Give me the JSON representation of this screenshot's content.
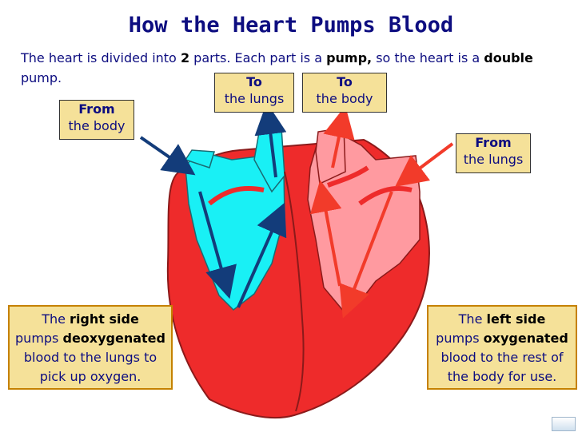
{
  "title": "How the Heart Pumps Blood",
  "intro": {
    "p1": "The heart is divided into ",
    "b1": "2",
    "p2": " parts.  Each part is a ",
    "b2": "pump,",
    "p3": " so the heart is a ",
    "b3": "double",
    "p4": " pump."
  },
  "labels": {
    "from_body": {
      "line1": "From",
      "line2": "the body"
    },
    "to_lungs": {
      "line1": "To",
      "line2": "the lungs"
    },
    "to_body": {
      "line1": "To",
      "line2": "the body"
    },
    "from_lungs": {
      "line1": "From",
      "line2": "the lungs"
    }
  },
  "right_side": {
    "p1": "The ",
    "b1": "right side",
    "p2": "pumps ",
    "b2": "deoxygenated",
    "p3": "blood to the lungs to pick up oxygen."
  },
  "left_side": {
    "p1": "The ",
    "b1": "left side",
    "p2": "pumps ",
    "b2": "oxygenated",
    "p3": "blood to the rest of the body for use."
  },
  "colors": {
    "heart_red": "#ee2b2b",
    "deoxygenated": "#19f0f5",
    "oxygenated": "#ff9aa0",
    "arrow_blue": "#133c7a",
    "arrow_red": "#f23b2a",
    "label_bg": "#f5e199"
  }
}
